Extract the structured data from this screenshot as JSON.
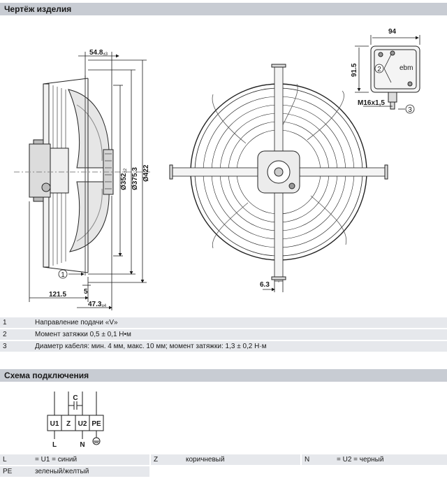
{
  "sections": {
    "drawing_title": "Чертёж изделия",
    "wiring_title": "Схема подключения"
  },
  "dimensions": {
    "d548": "54.8",
    "d548_tol": "±3",
    "d352": "Ø352",
    "d352_tol": "±2",
    "d375": "Ø375.3",
    "d422": "Ø422",
    "d1215": "121.5",
    "d5": "5",
    "d473": "47.3",
    "d473_tol": "±4",
    "d63": "6.3",
    "d94": "94",
    "d915": "91.5",
    "m16": "M16x1,5"
  },
  "callouts": {
    "c1": "1",
    "c2": "2",
    "c3": "3"
  },
  "box_logo": "ebm",
  "notes": [
    {
      "num": "1",
      "text": "Направление подачи «V»"
    },
    {
      "num": "2",
      "text": "Момент затяжки 0,5 ± 0,1 Н•м"
    },
    {
      "num": "3",
      "text": "Диаметр кабеля: мин. 4 мм, макс. 10 мм; момент затяжки: 1,3 ± 0,2 Н·м"
    }
  ],
  "wiring": {
    "terminals": [
      "U1",
      "Z",
      "U2",
      "PE"
    ],
    "capacitor": "C",
    "line": "L",
    "neutral": "N"
  },
  "legend": [
    {
      "key": "L",
      "value": "= U1 = синий"
    },
    {
      "key": "Z",
      "value": "коричневый"
    },
    {
      "key": "N",
      "value": "= U2 = черный"
    },
    {
      "key": "PE",
      "value": "зеленый/желтый"
    }
  ]
}
